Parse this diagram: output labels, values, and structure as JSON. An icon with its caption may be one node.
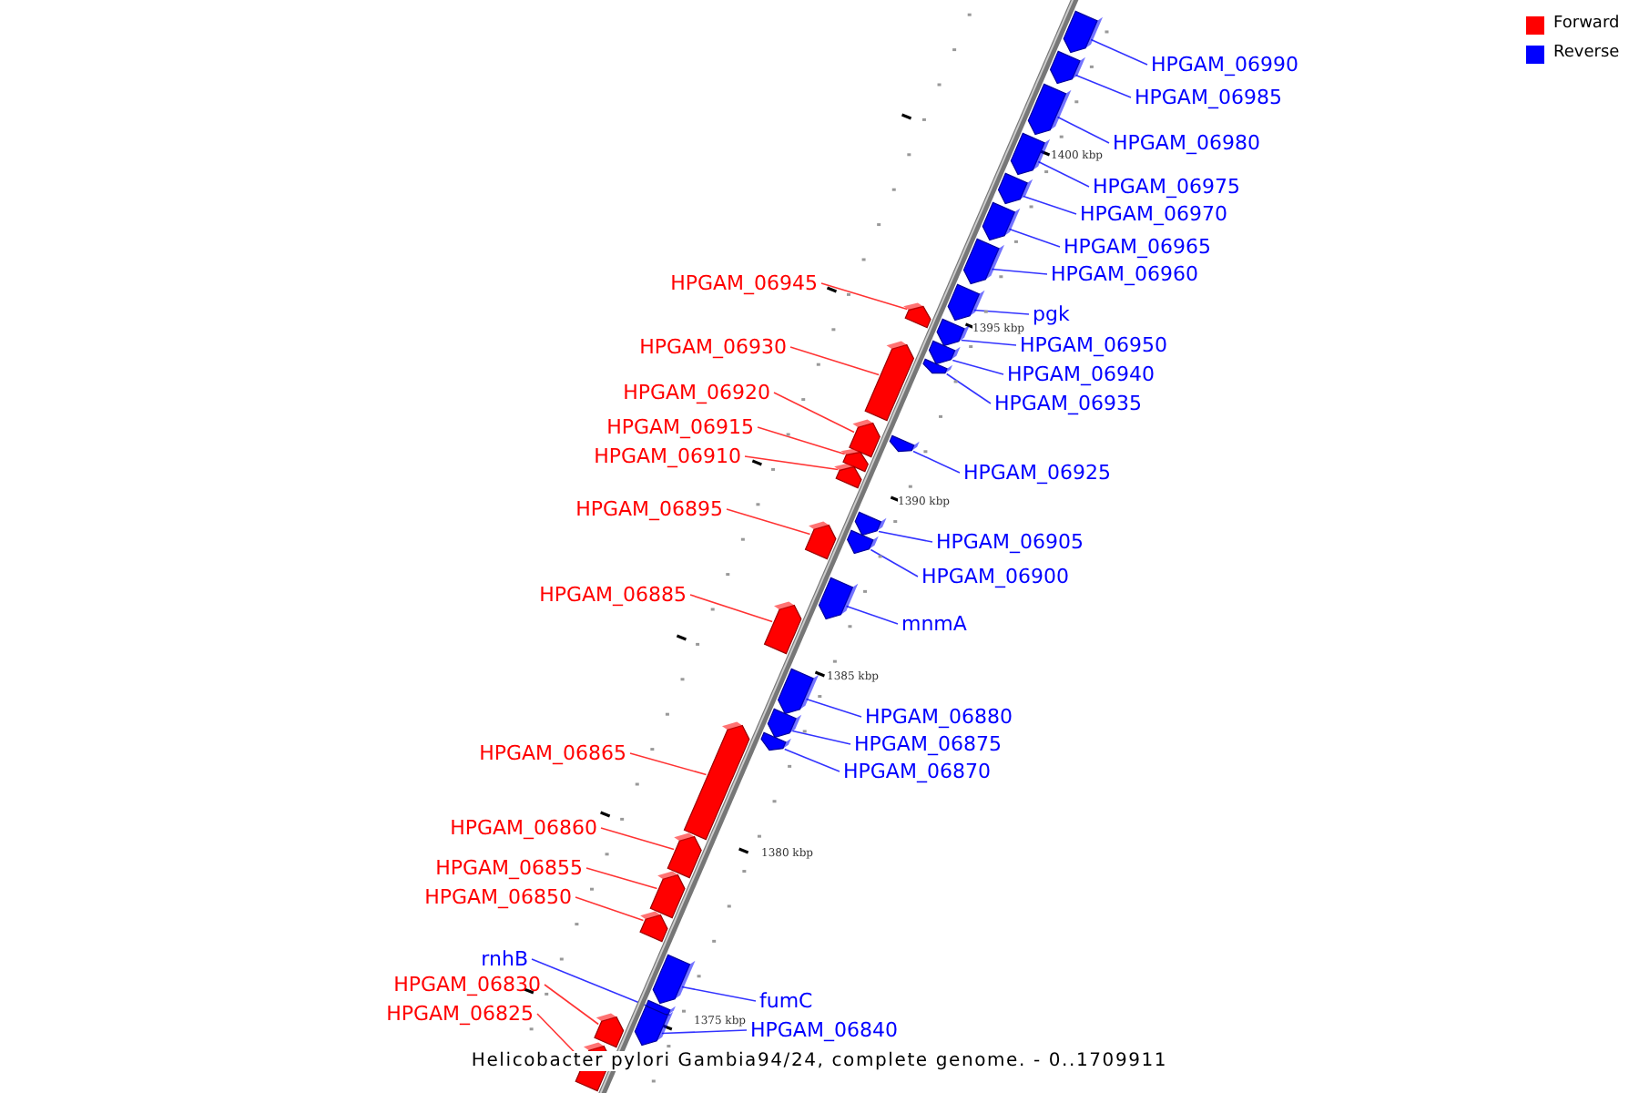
{
  "diagram": {
    "caption": "Helicobacter pylori Gambia94/24, complete genome. - 0..1709911",
    "nodes": [
      {
        "text": [
          "HPGAM_06990"
        ]
      },
      {
        "text": [],
        "shape": "arrow"
      },
      {
        "text": [
          "HPGAM_06985"
        ]
      },
      {
        "text": [],
        "shape": "arrow"
      },
      {
        "text": [
          "HPGAM_06980"
        ]
      },
      {
        "text": [],
        "shape": "arrow"
      },
      {
        "text": [
          "HPGAM_06975"
        ]
      },
      {
        "text": [],
        "shape": "arrow"
      },
      {
        "text": [
          "HPGAM_06970"
        ]
      },
      {
        "text": [],
        "shape": "arrow"
      },
      {
        "text": [
          "HPGAM_06965"
        ]
      },
      {
        "text": [],
        "shape": "arrow"
      },
      {
        "text": [
          "HPGAM_06960"
        ]
      },
      {
        "text": [],
        "shape": "arrow"
      },
      {
        "text": [
          "HPGAM_06945"
        ]
      },
      {
        "text": [],
        "shape": "arrow"
      },
      {
        "text": [
          "pgk"
        ]
      },
      {
        "text": [],
        "shape": "arrow"
      },
      {
        "text": [
          "HPGAM_06950"
        ]
      },
      {
        "text": [],
        "shape": "arrow"
      },
      {
        "text": [
          "HPGAM_06930"
        ]
      },
      {
        "text": [],
        "shape": "arrow"
      },
      {
        "text": [
          "HPGAM_06940"
        ]
      },
      {
        "text": [],
        "shape": "arrow"
      },
      {
        "text": [
          "HPGAM_06920"
        ]
      },
      {
        "text": [],
        "shape": "arrow"
      },
      {
        "text": [
          "HPGAM_06935"
        ]
      },
      {
        "text": [],
        "shape": "arrow"
      },
      {
        "text": [
          "HPGAM_06915"
        ]
      },
      {
        "text": [],
        "shape": "arrow"
      },
      {
        "text": [
          "HPGAM_06910"
        ]
      },
      {
        "text": [],
        "shape": "arrow"
      },
      {
        "text": [
          "HPGAM_06925"
        ]
      },
      {
        "text": [],
        "shape": "arrow"
      },
      {
        "text": [
          "HPGAM_06895"
        ]
      },
      {
        "text": [],
        "shape": "arrow"
      },
      {
        "text": [
          "HPGAM_06905"
        ]
      },
      {
        "text": [],
        "shape": "arrow"
      },
      {
        "text": [
          "HPGAM_06900"
        ]
      },
      {
        "text": [],
        "shape": "arrow"
      },
      {
        "text": [
          "HPGAM_06885"
        ]
      },
      {
        "text": [],
        "shape": "arrow"
      },
      {
        "text": [
          "mnmA"
        ]
      },
      {
        "text": [],
        "shape": "arrow"
      },
      {
        "text": [
          "HPGAM_06880"
        ]
      },
      {
        "text": [],
        "shape": "arrow"
      },
      {
        "text": [
          "HPGAM_06875"
        ]
      },
      {
        "text": [],
        "shape": "arrow"
      },
      {
        "text": [
          "HPGAM_06865"
        ]
      },
      {
        "text": [],
        "shape": "arrow"
      },
      {
        "text": [
          "HPGAM_06870"
        ]
      },
      {
        "text": [],
        "shape": "arrow"
      },
      {
        "text": [
          "HPGAM_06860"
        ]
      },
      {
        "text": [],
        "shape": "arrow"
      },
      {
        "text": [
          "HPGAM_06855"
        ]
      },
      {
        "text": [],
        "shape": "arrow"
      },
      {
        "text": [
          "HPGAM_06850"
        ]
      },
      {
        "text": [],
        "shape": "arrow"
      },
      {
        "text": [
          "rnhB"
        ]
      },
      {
        "text": [],
        "shape": "arrow"
      },
      {
        "text": [
          "fumC"
        ]
      },
      {
        "text": [],
        "shape": "arrow"
      },
      {
        "text": [
          "HPGAM_06830"
        ]
      },
      {
        "text": [],
        "shape": "arrow"
      },
      {
        "text": [
          "HPGAM_06840"
        ]
      },
      {
        "text": [],
        "shape": "arrow"
      },
      {
        "text": [
          "HPGAM_06825"
        ]
      },
      {
        "text": [],
        "shape": "arrow"
      }
    ],
    "edges": [
      {
        "from": 0,
        "to": 1,
        "arrow": "none"
      },
      {
        "from": 2,
        "to": 3,
        "arrow": "none"
      },
      {
        "from": 4,
        "to": 5,
        "arrow": "none"
      },
      {
        "from": 6,
        "to": 7,
        "arrow": "none"
      },
      {
        "from": 8,
        "to": 9,
        "arrow": "none"
      },
      {
        "from": 10,
        "to": 11,
        "arrow": "none"
      },
      {
        "from": 12,
        "to": 13,
        "arrow": "none"
      },
      {
        "from": 14,
        "to": 15,
        "arrow": "none",
        "color": "#ff0000"
      },
      {
        "from": 16,
        "to": 17,
        "arrow": "none"
      },
      {
        "from": 18,
        "to": 19,
        "arrow": "none"
      },
      {
        "from": 20,
        "to": 21,
        "arrow": "none",
        "color": "#ff0000"
      },
      {
        "from": 22,
        "to": 23,
        "arrow": "none"
      },
      {
        "from": 24,
        "to": 25,
        "arrow": "none",
        "color": "#ff0000"
      },
      {
        "from": 26,
        "to": 27,
        "arrow": "none"
      },
      {
        "from": 28,
        "to": 29,
        "arrow": "none",
        "color": "#ff0000"
      },
      {
        "from": 30,
        "to": 31,
        "arrow": "none",
        "color": "#ff0000"
      },
      {
        "from": 32,
        "to": 33,
        "arrow": "none"
      },
      {
        "from": 34,
        "to": 35,
        "arrow": "none",
        "color": "#ff0000"
      },
      {
        "from": 36,
        "to": 37,
        "arrow": "none"
      },
      {
        "from": 38,
        "to": 39,
        "arrow": "none"
      },
      {
        "from": 40,
        "to": 41,
        "arrow": "none",
        "color": "#ff0000"
      },
      {
        "from": 42,
        "to": 43,
        "arrow": "none"
      },
      {
        "from": 44,
        "to": 45,
        "arrow": "none"
      },
      {
        "from": 46,
        "to": 47,
        "arrow": "none"
      },
      {
        "from": 48,
        "to": 49,
        "arrow": "none",
        "color": "#ff0000"
      },
      {
        "from": 50,
        "to": 51,
        "arrow": "none"
      },
      {
        "from": 52,
        "to": 53,
        "arrow": "none",
        "color": "#ff0000"
      },
      {
        "from": 54,
        "to": 55,
        "arrow": "none",
        "color": "#ff0000"
      },
      {
        "from": 56,
        "to": 57,
        "arrow": "none",
        "color": "#ff0000"
      },
      {
        "from": 58,
        "to": 59,
        "arrow": "none"
      },
      {
        "from": 60,
        "to": 61,
        "arrow": "none"
      },
      {
        "from": 62,
        "to": 63,
        "arrow": "none",
        "color": "#ff0000"
      },
      {
        "from": 64,
        "to": 65,
        "arrow": "none"
      },
      {
        "from": 66,
        "to": 67,
        "arrow": "none",
        "color": "#ff0000"
      }
    ],
    "labels": [
      "1400 kbp",
      "1395 kbp",
      "1390 kbp",
      "1385 kbp",
      "1380 kbp",
      "1375 kbp"
    ],
    "legend": [
      {
        "text": "Forward",
        "color": "#ff0000"
      },
      {
        "text": "Reverse",
        "color": "#0000ff"
      }
    ]
  }
}
